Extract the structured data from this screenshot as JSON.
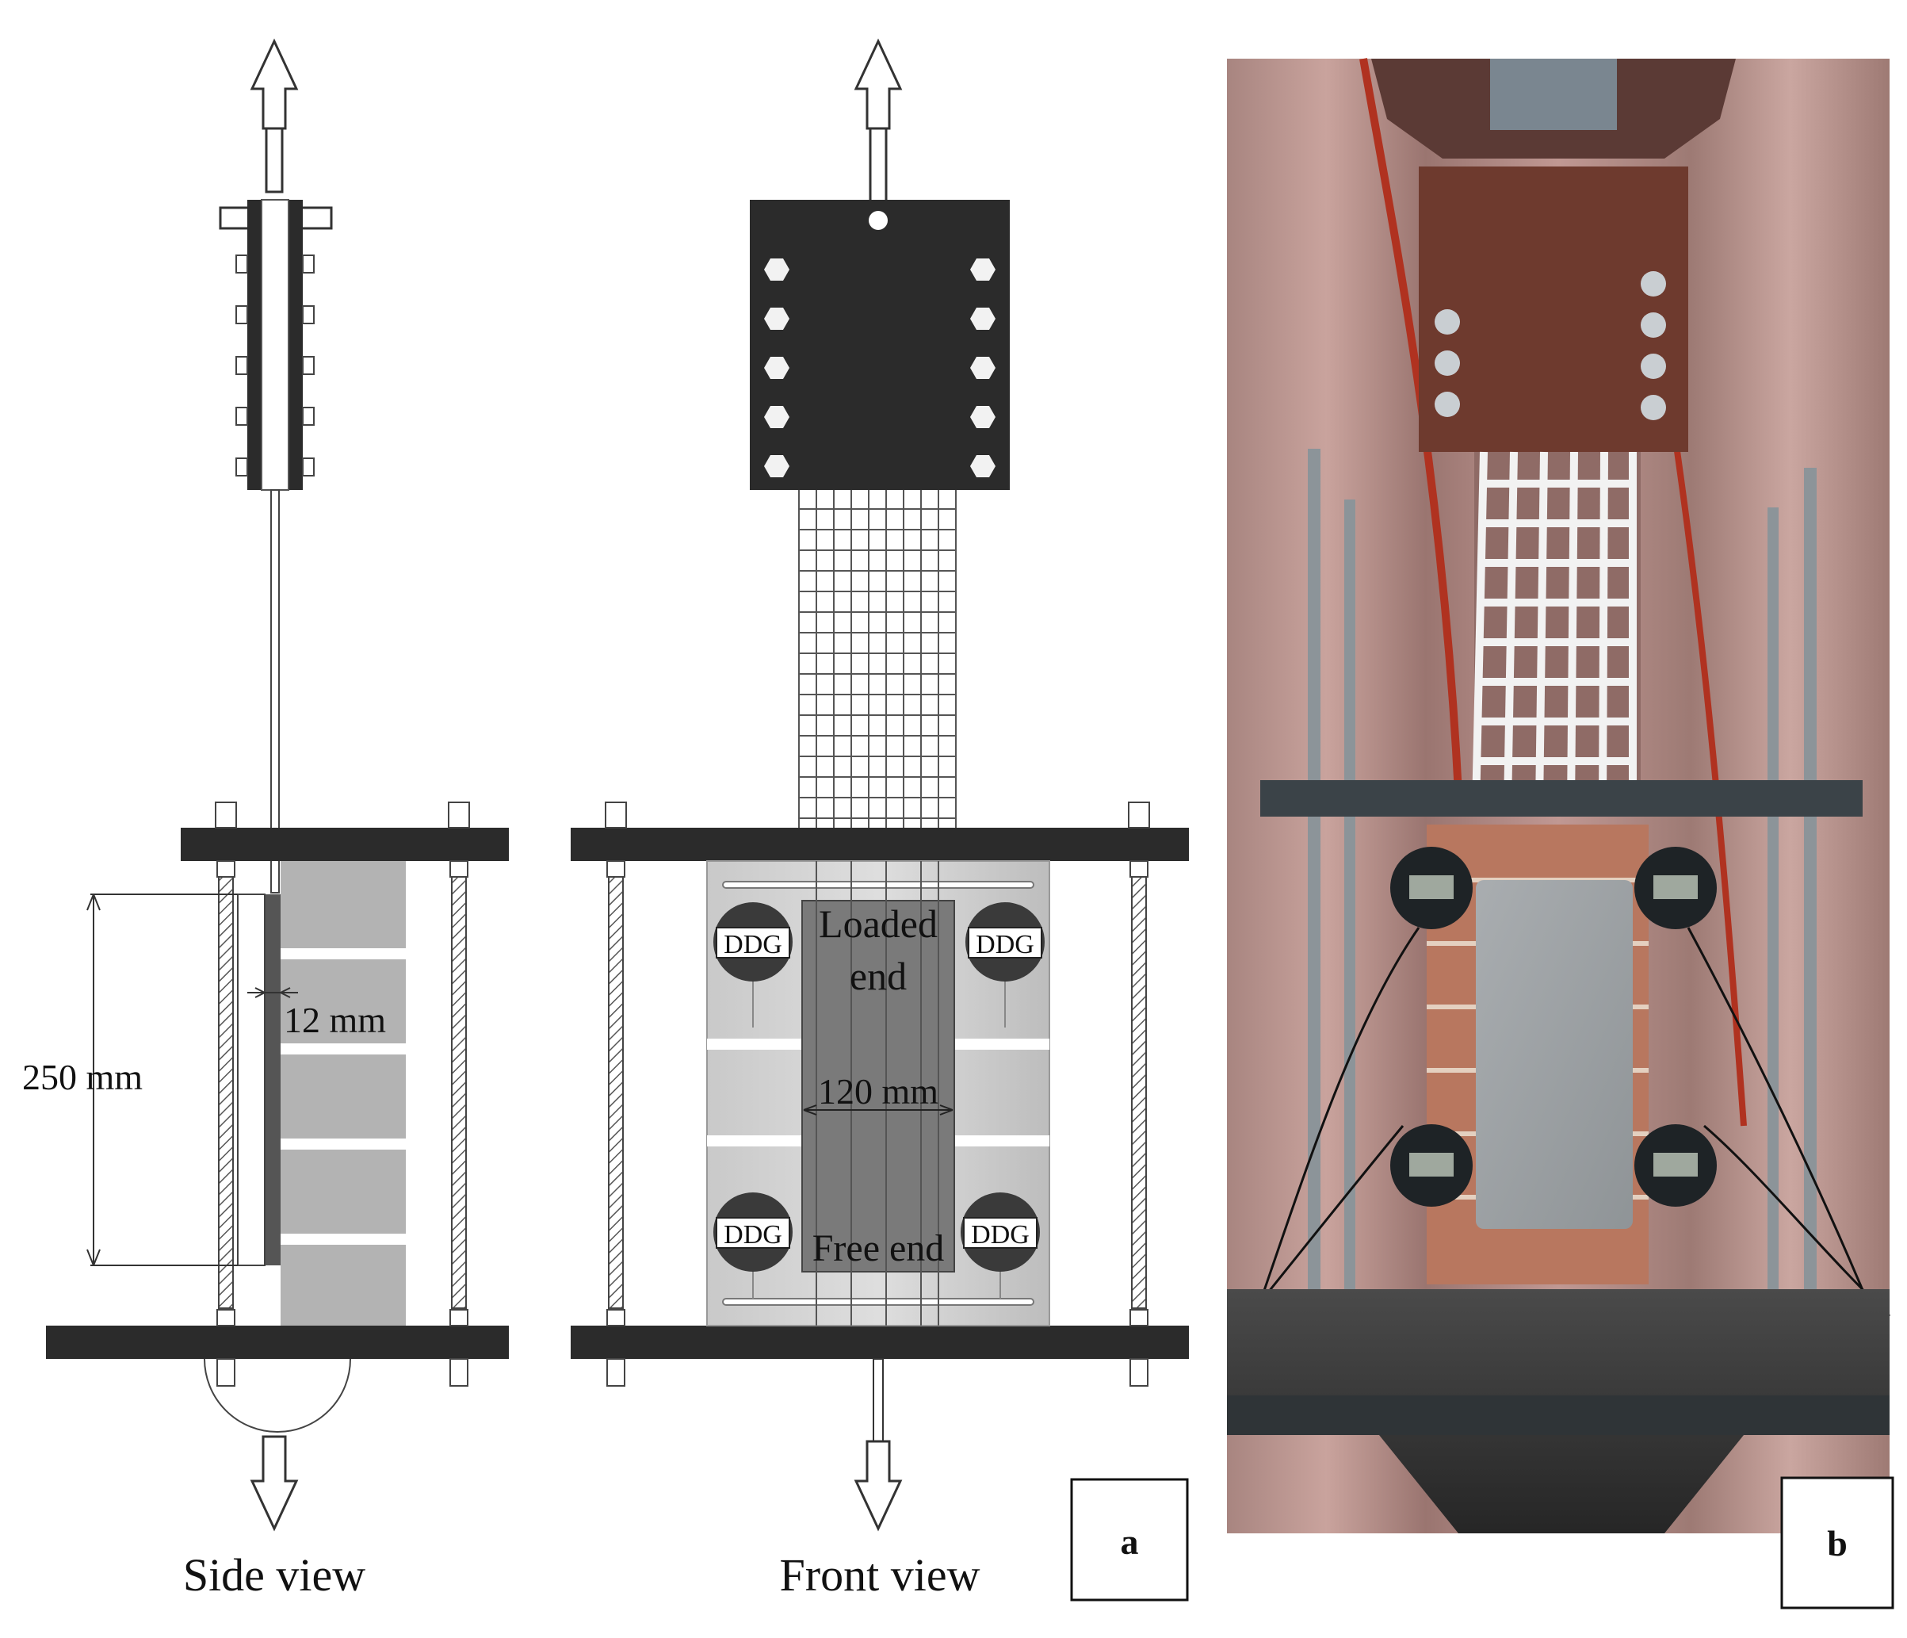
{
  "panels": [
    {
      "id": "a",
      "label": "a"
    },
    {
      "id": "b",
      "label": "b"
    }
  ],
  "side_view": {
    "caption": "Side view",
    "dim_length": "250 mm",
    "dim_thickness": "12 mm"
  },
  "front_view": {
    "caption": "Front view",
    "loaded_end": [
      "Loaded",
      "end"
    ],
    "free_end": "Free end",
    "dim_width": "120 mm",
    "gauge_label": "DDG"
  },
  "colors": {
    "steel_dark": "#2b2b2b",
    "masonry_grey": "#b3b3b3",
    "mortar_grey": "#7a7a7a",
    "gauge_body": "#3a3a3a",
    "photo_backdrop": "#b58a84",
    "photo_grip": "#6e3a2e",
    "photo_mesh": "#f2f2f2"
  },
  "icons": {
    "load_arrow": "outline-arrow-icon",
    "gauge": "dial-gauge-icon",
    "bolt": "hex-bolt-icon"
  }
}
